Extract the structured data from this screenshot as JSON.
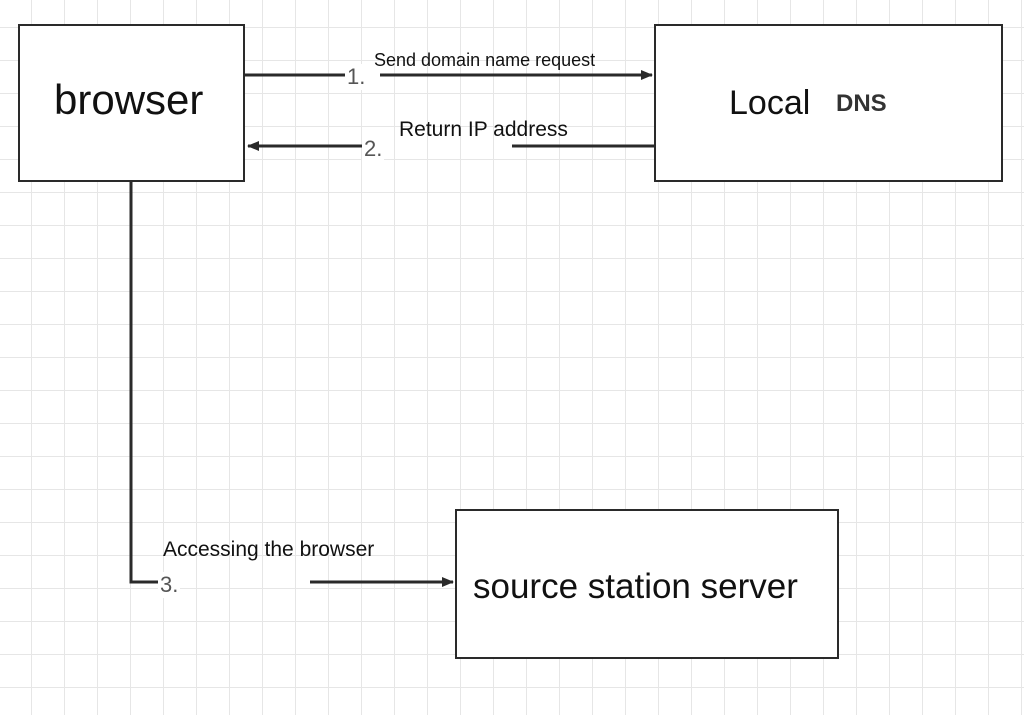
{
  "nodes": {
    "browser": "browser",
    "local_dns_word": "Local",
    "local_dns_abbr": "DNS",
    "source_server": "source station server"
  },
  "edges": [
    {
      "number": "1.",
      "label": "Send domain name request"
    },
    {
      "number": "2.",
      "label": "Return IP address"
    },
    {
      "number": "3.",
      "label": "Accessing the browser"
    }
  ],
  "colors": {
    "line": "#2a2a2a",
    "grid": "#e6e6e6",
    "number": "#555555"
  }
}
